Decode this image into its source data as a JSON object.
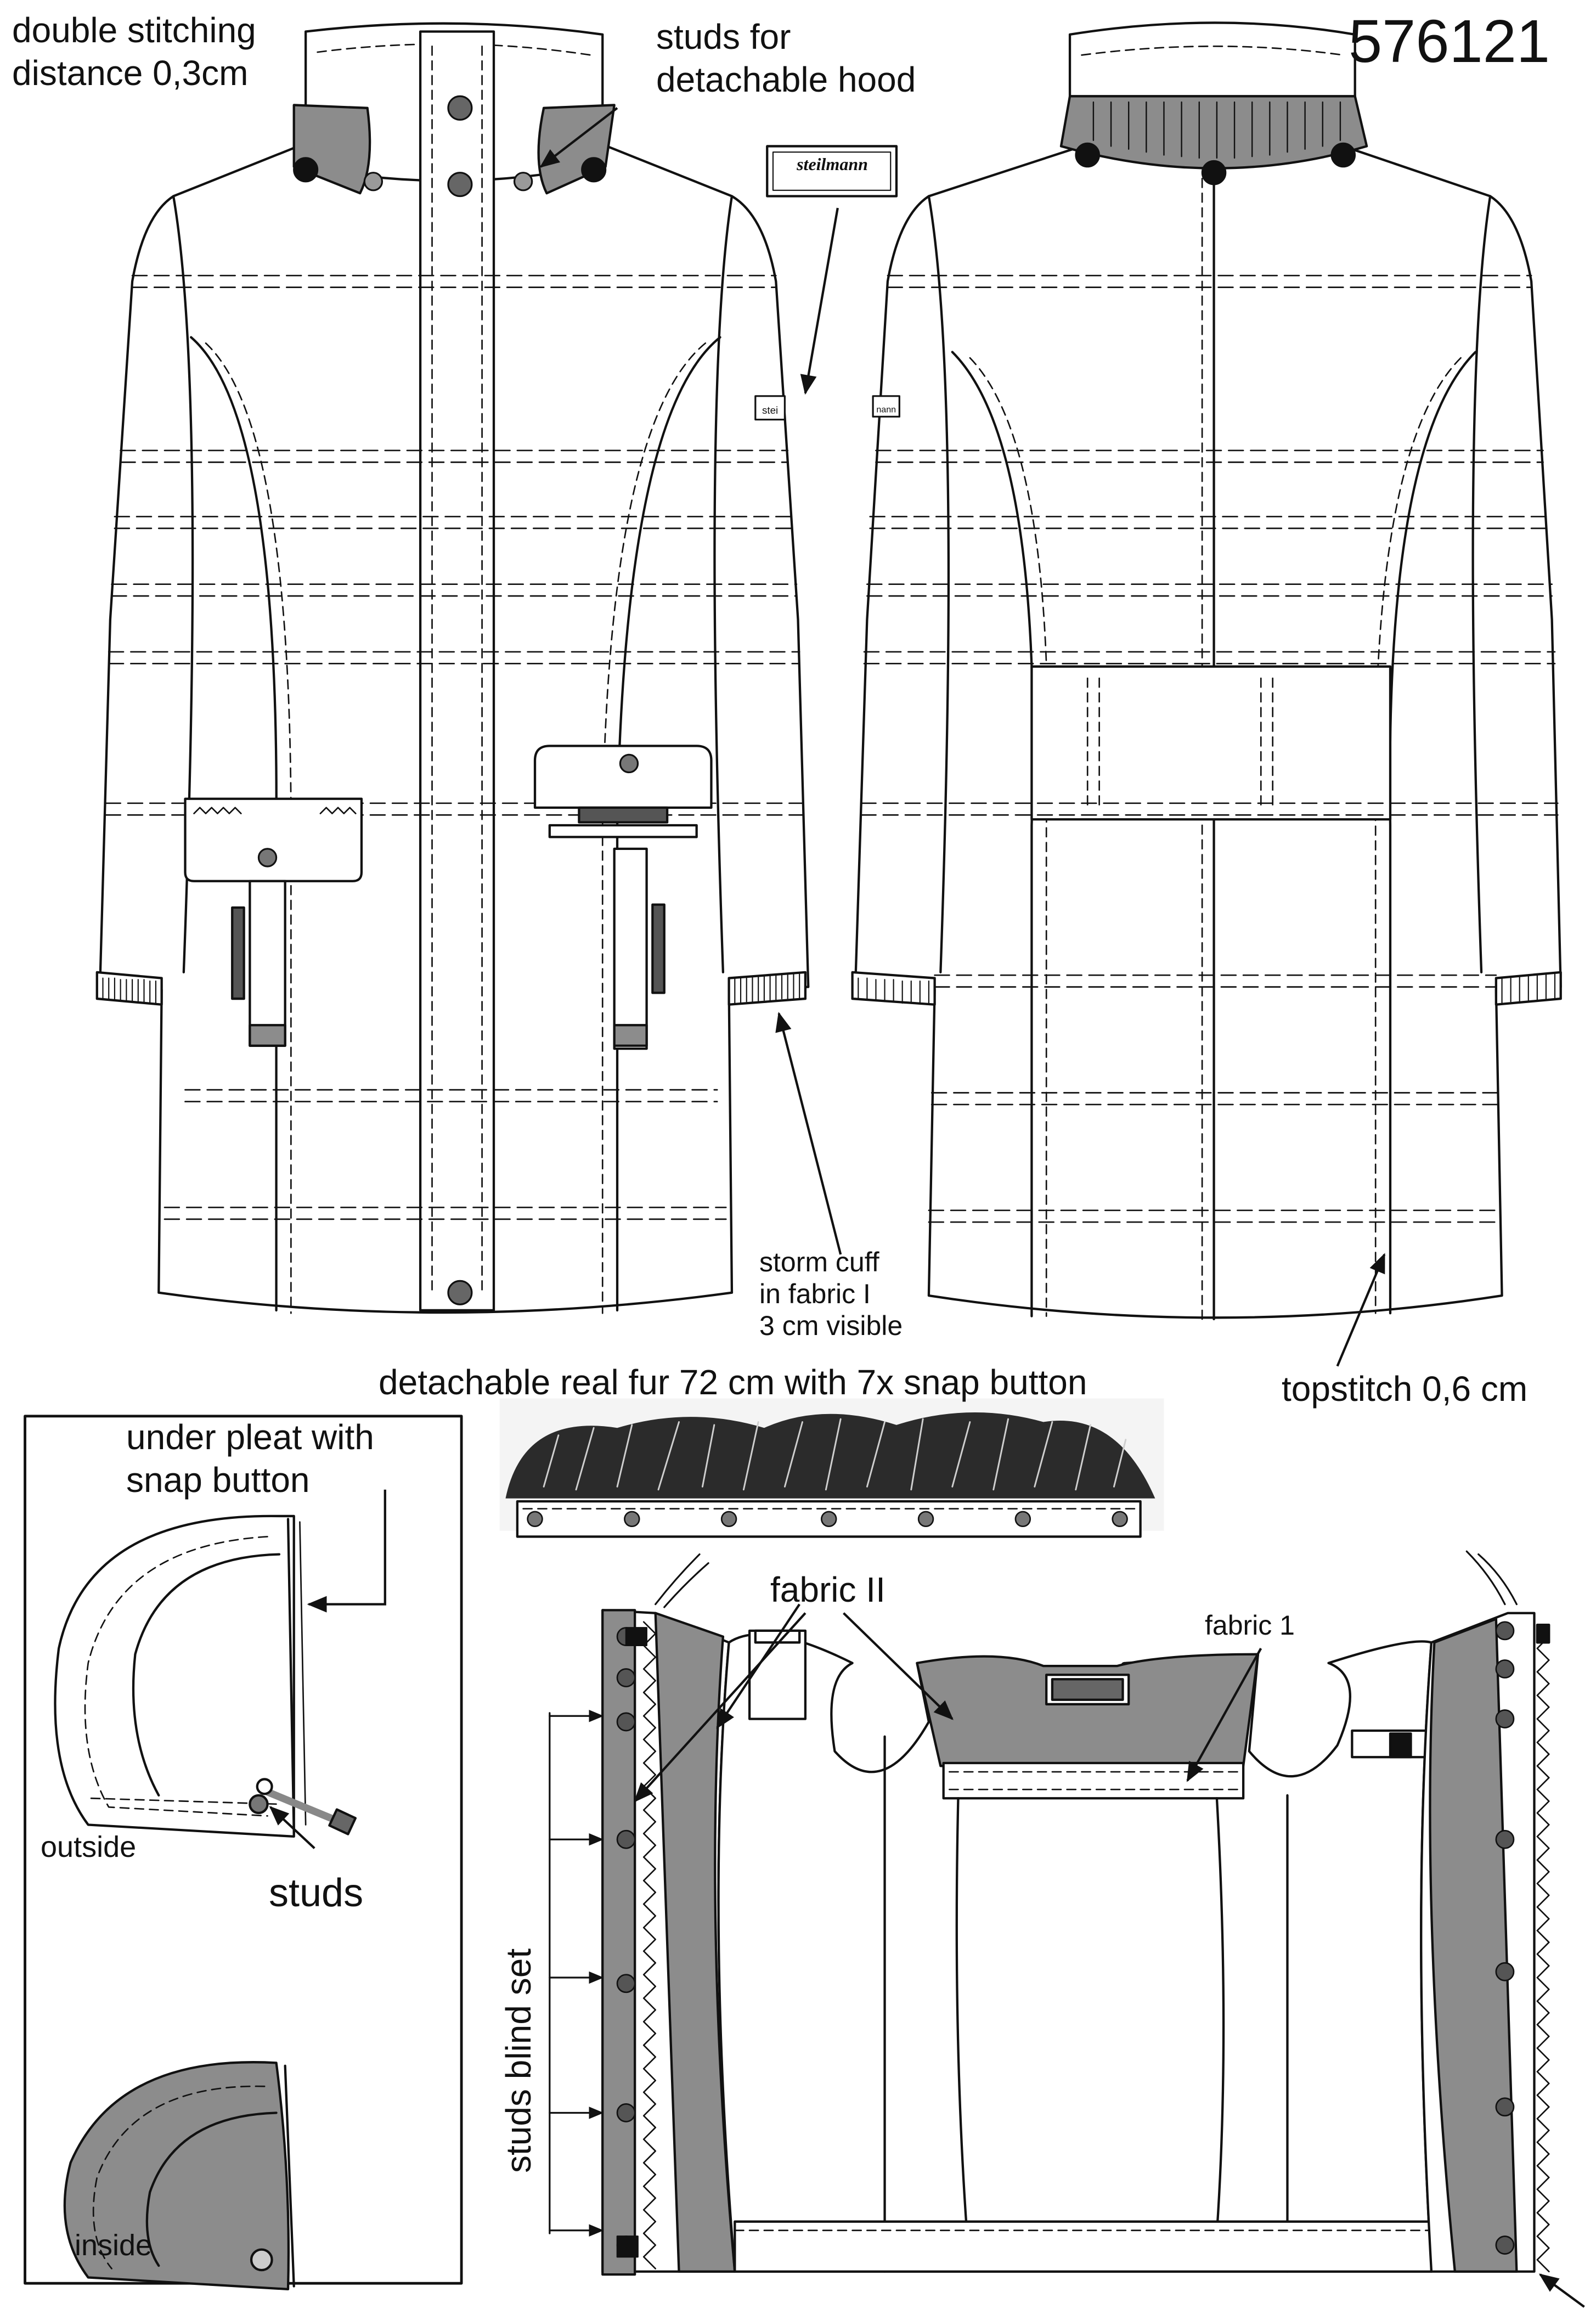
{
  "article_number": "576121",
  "labels": {
    "double_stitching": "double stitching",
    "double_stitching_distance": "distance 0,3cm",
    "studs_for": "studs for",
    "detachable_hood": "detachable hood",
    "storm_cuff_1": "storm cuff",
    "storm_cuff_2": "in fabric I",
    "storm_cuff_3": "3 cm visible",
    "topstitch": "topstitch 0,6 cm",
    "fur_trim": "detachable real fur 72 cm with 7x snap button",
    "under_pleat_1": "under pleat with",
    "under_pleat_2": "snap button",
    "outside": "outside",
    "studs": "studs",
    "inside": "inside",
    "fabric_ii": "fabric II",
    "fabric_1": "fabric 1",
    "studs_blind_set": "studs blind set"
  },
  "brand_label": "steilmann",
  "sleeve_tag": "stei",
  "sleeve_tag_back": "nann",
  "colors": {
    "line": "#111111",
    "fabric_ii": "#8c8c8c",
    "trim_dark": "#555555",
    "fur_dark": "#2b2b2b",
    "fur_light": "#cfcfcf"
  }
}
